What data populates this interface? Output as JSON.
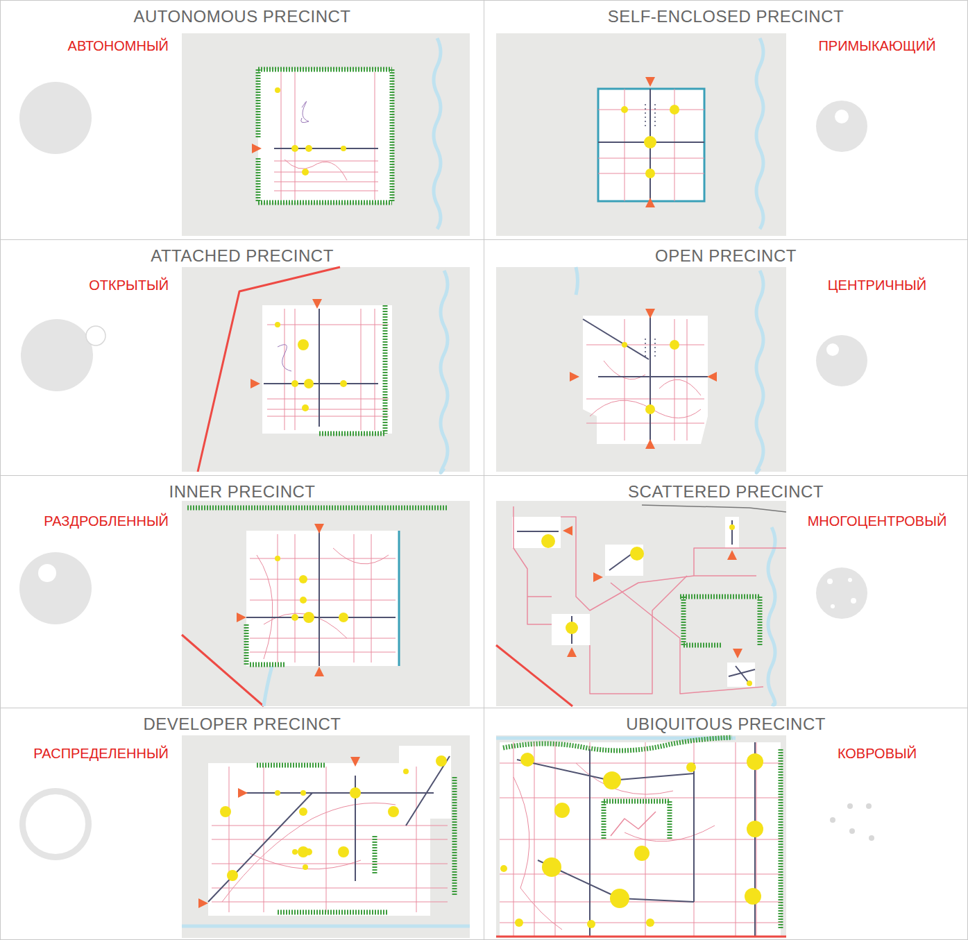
{
  "diagram": {
    "nodes": [
      {
        "text": [
          "AUTONOMOUS PRECINCT",
          "АВТОНОМНЫЙ"
        ]
      },
      {
        "text": [
          "SELF-ENCLOSED PRECINCT",
          "ПРИМЫКАЮЩИЙ"
        ]
      },
      {
        "text": [
          "ATTACHED PRECINCT",
          "ОТКРЫТЫЙ"
        ]
      },
      {
        "text": [
          "OPEN PRECINCT",
          "ЦЕНТРИЧНЫЙ"
        ]
      },
      {
        "text": [
          "INNER PRECINCT",
          "РАЗДРОБЛЕННЫЙ"
        ]
      },
      {
        "text": [
          "SCATTERED PRECINCT",
          "МНОГОЦЕНТРОВЫЙ"
        ]
      },
      {
        "text": [
          "DEVELOPER PRECINCT",
          "РАСПРЕДЕЛЕННЫЙ"
        ]
      },
      {
        "text": [
          "UBIQUITOUS PRECINCT",
          "КОВРОВЫЙ"
        ]
      }
    ]
  }
}
